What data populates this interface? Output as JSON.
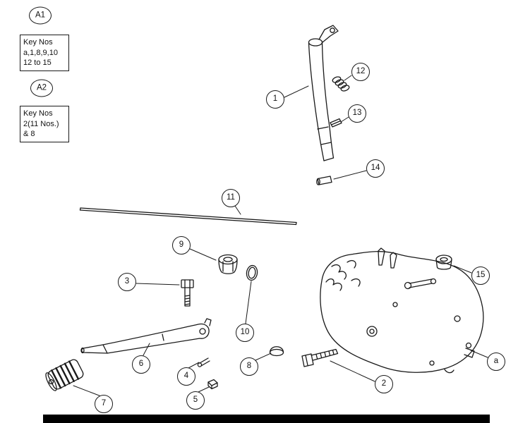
{
  "diagram": {
    "callouts": [
      {
        "id": "A1",
        "label": "A1"
      },
      {
        "id": "A2",
        "label": "A2"
      },
      {
        "id": "1",
        "label": "1"
      },
      {
        "id": "2",
        "label": "2"
      },
      {
        "id": "3",
        "label": "3"
      },
      {
        "id": "4",
        "label": "4"
      },
      {
        "id": "5",
        "label": "5"
      },
      {
        "id": "6",
        "label": "6"
      },
      {
        "id": "7",
        "label": "7"
      },
      {
        "id": "8",
        "label": "8"
      },
      {
        "id": "9",
        "label": "9"
      },
      {
        "id": "10",
        "label": "10"
      },
      {
        "id": "11",
        "label": "11"
      },
      {
        "id": "12",
        "label": "12"
      },
      {
        "id": "13",
        "label": "13"
      },
      {
        "id": "14",
        "label": "14"
      },
      {
        "id": "15",
        "label": "15"
      },
      {
        "id": "a",
        "label": "a"
      }
    ],
    "key_boxes": [
      {
        "id": "A1",
        "lines": [
          "Key Nos",
          "a,1,8,9,10",
          "12 to 15"
        ]
      },
      {
        "id": "A2",
        "lines": [
          "Key Nos",
          "2(11 Nos.)",
          "& 8"
        ]
      }
    ],
    "colors": {
      "line": "#1a1a1a",
      "background": "#ffffff",
      "bottom_bar": "#000000"
    }
  }
}
